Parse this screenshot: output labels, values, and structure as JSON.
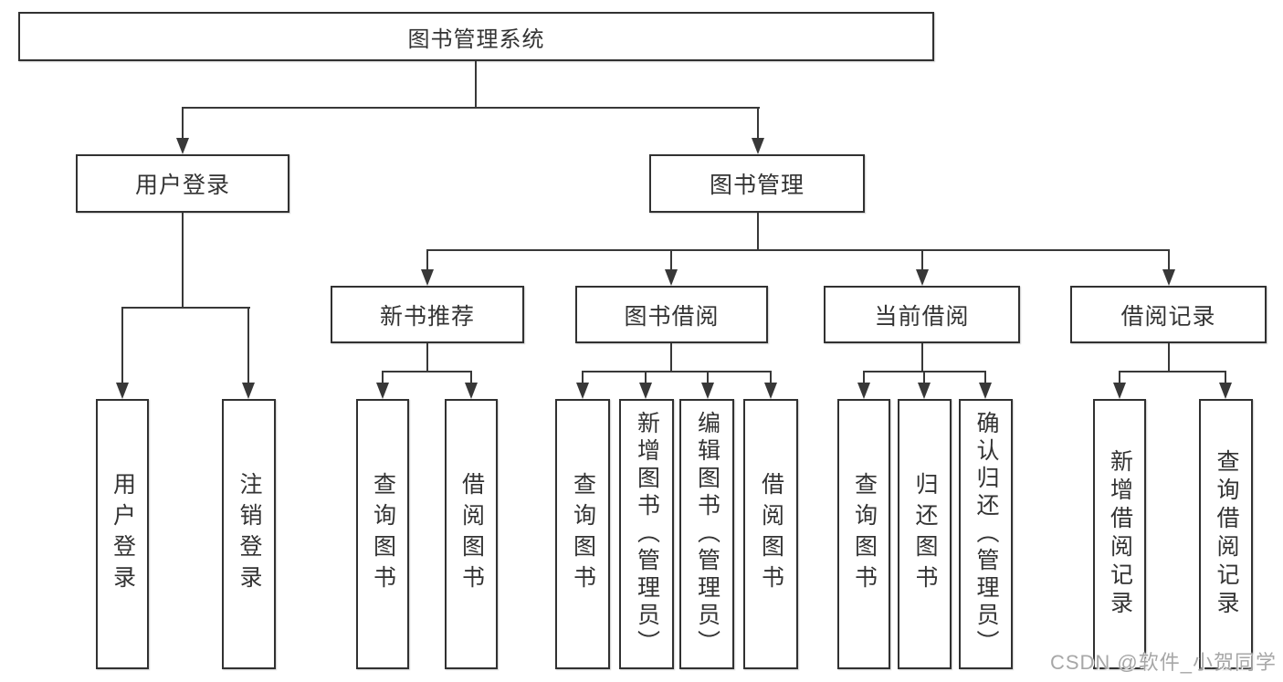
{
  "diagram": {
    "title": "图书管理系统",
    "level2": [
      {
        "label": "用户登录"
      },
      {
        "label": "图书管理"
      }
    ],
    "level3": [
      {
        "label": "新书推荐",
        "parent": "图书管理"
      },
      {
        "label": "图书借阅",
        "parent": "图书管理"
      },
      {
        "label": "当前借阅",
        "parent": "图书管理"
      },
      {
        "label": "借阅记录",
        "parent": "图书管理"
      }
    ],
    "leaves": [
      {
        "label": "用户登录",
        "parent": "用户登录"
      },
      {
        "label": "注销登录",
        "parent": "用户登录"
      },
      {
        "label": "查询图书",
        "parent": "新书推荐"
      },
      {
        "label": "借阅图书",
        "parent": "新书推荐"
      },
      {
        "label": "查询图书",
        "parent": "图书借阅"
      },
      {
        "label": "新增图书（管理员）",
        "parent": "图书借阅"
      },
      {
        "label": "编辑图书（管理员）",
        "parent": "图书借阅"
      },
      {
        "label": "借阅图书",
        "parent": "图书借阅"
      },
      {
        "label": "查询图书",
        "parent": "当前借阅"
      },
      {
        "label": "归还图书",
        "parent": "当前借阅"
      },
      {
        "label": "确认归还（管理员）",
        "parent": "当前借阅"
      },
      {
        "label": "新增借阅记录",
        "parent": "借阅记录"
      },
      {
        "label": "查询借阅记录",
        "parent": "借阅记录"
      }
    ],
    "watermark": {
      "text": "CSDN @软件_小贺同学"
    },
    "colors": {
      "line": "#383838",
      "box_border": "#313131",
      "box_fill": "#ffffff",
      "text": "#333333",
      "watermark": "#a7a7a7",
      "background": "#ffffff"
    }
  }
}
